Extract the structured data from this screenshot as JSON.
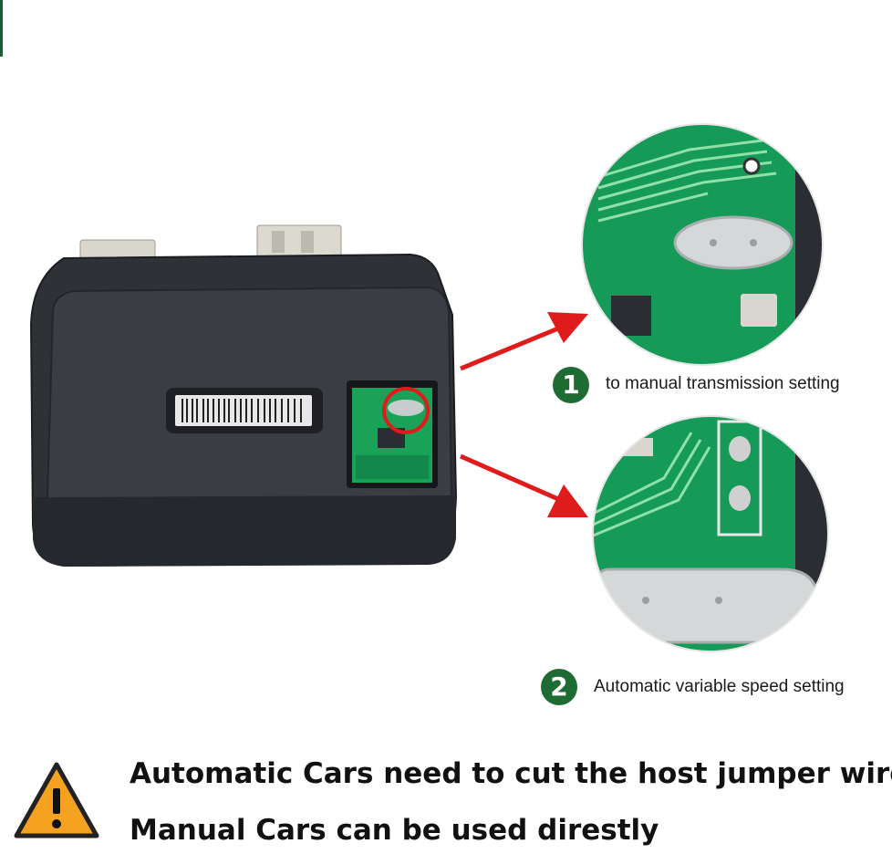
{
  "steps": [
    {
      "number": "1",
      "label": "to manual transmission setting"
    },
    {
      "number": "2",
      "label": "Automatic variable speed setting"
    }
  ],
  "notes": {
    "line1": "Automatic Cars need to cut the host jumper wire",
    "line2": "Manual Cars can be used direstly"
  },
  "icons": {
    "warning": "warning-triangle-icon",
    "arrow": "red-arrow-icon"
  },
  "colors": {
    "badge": "#1e6b33",
    "arrow": "#e01b1b",
    "pcb": "#169a57",
    "warning_fill": "#f4a21f"
  }
}
